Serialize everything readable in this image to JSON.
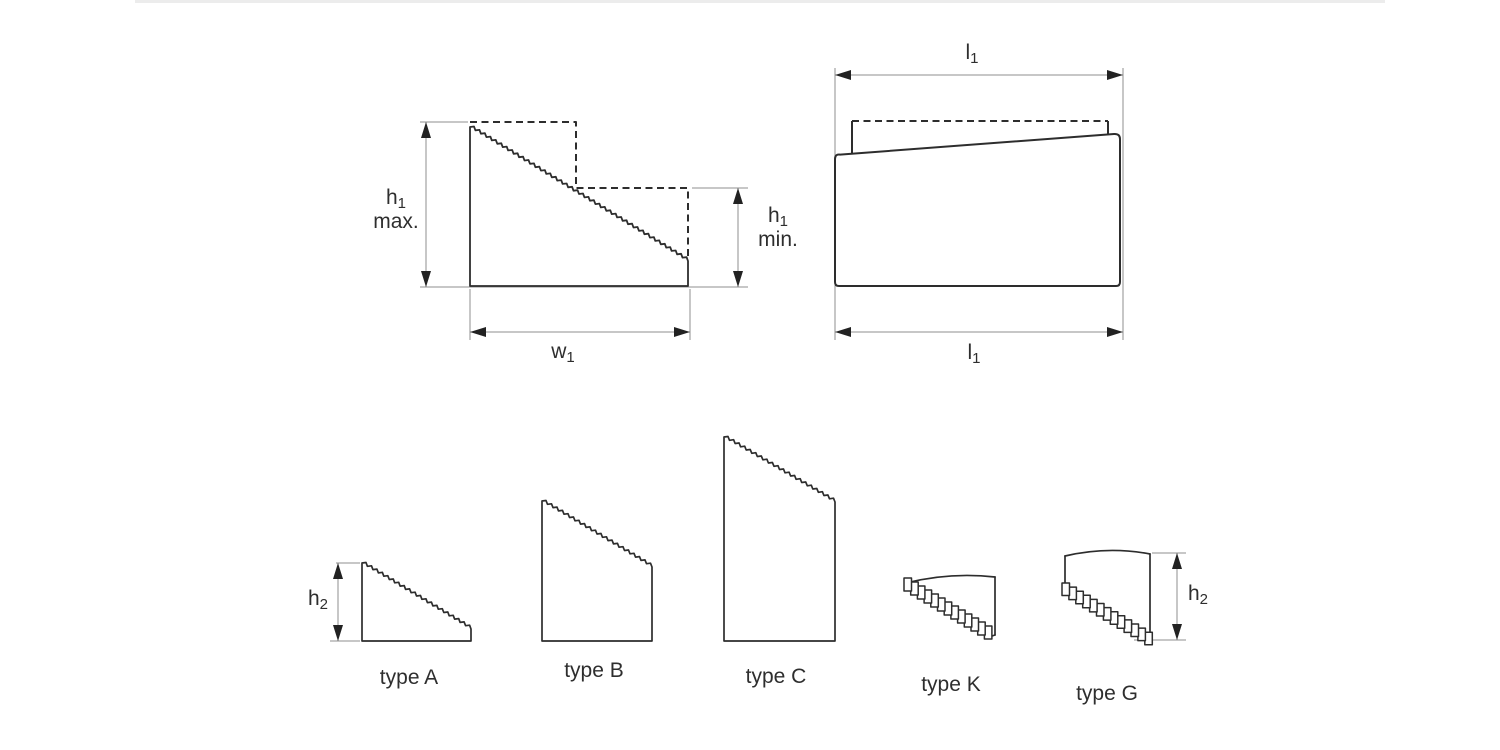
{
  "title": "wedge dimension diagram",
  "colors": {
    "line": "#2d2d2d",
    "dimension_line": "#8f8f8f",
    "arrow": "#222222",
    "label_text": "#2e2e2e",
    "top_strip": "#ececec",
    "background": "#ffffff"
  },
  "figures": {
    "front_view": {
      "dim_h1_max": {
        "base": "h",
        "sub": "1",
        "line2": "max."
      },
      "dim_h1_min": {
        "base": "h",
        "sub": "1",
        "line2": "min."
      },
      "dim_w1": {
        "base": "w",
        "sub": "1"
      }
    },
    "side_view": {
      "dim_l1_top": {
        "base": "l",
        "sub": "1"
      },
      "dim_l1_bottom": {
        "base": "l",
        "sub": "1"
      }
    },
    "dim_h2_left": {
      "base": "h",
      "sub": "2"
    },
    "dim_h2_right": {
      "base": "h",
      "sub": "2"
    },
    "types": [
      {
        "label": "type A"
      },
      {
        "label": "type B"
      },
      {
        "label": "type C"
      },
      {
        "label": "type K"
      },
      {
        "label": "type G"
      }
    ]
  }
}
